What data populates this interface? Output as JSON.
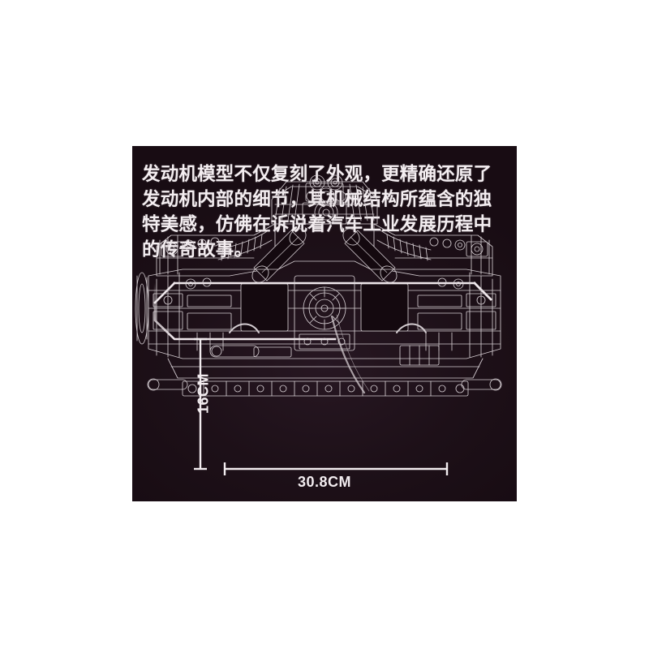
{
  "page": {
    "background_color": "#ffffff",
    "panel_color": "#1d1018"
  },
  "panel": {
    "headline": {
      "text_color": "#f4eef1",
      "lines": [
        "发动机模型不仅复刻了外观，更精确还原了",
        "发动机内部的细节，其机械结构所蕴含的独",
        "特美感，仿佛在诉说着汽车工业发展历程中",
        "的传奇故事。"
      ],
      "full_text": "发动机模型不仅复刻了外观，更精确还原了发动机内部的细节，其机械结构所蕴含的独特美感，仿佛在诉说着汽车工业发展历程中的传奇故事。"
    },
    "product": {
      "name": "engine-model-wireframe",
      "type": "flat-six boxer engine",
      "line_color": "#e8e2e6"
    },
    "dimensions": {
      "height_label": "16CM",
      "width_label": "30.8CM",
      "unit": "CM",
      "height_value": 16,
      "width_value": 30.8,
      "line_color": "#f2ecef"
    },
    "frame": {
      "style": "chamfered-corner outline",
      "line_color": "#f0e8ec"
    }
  }
}
